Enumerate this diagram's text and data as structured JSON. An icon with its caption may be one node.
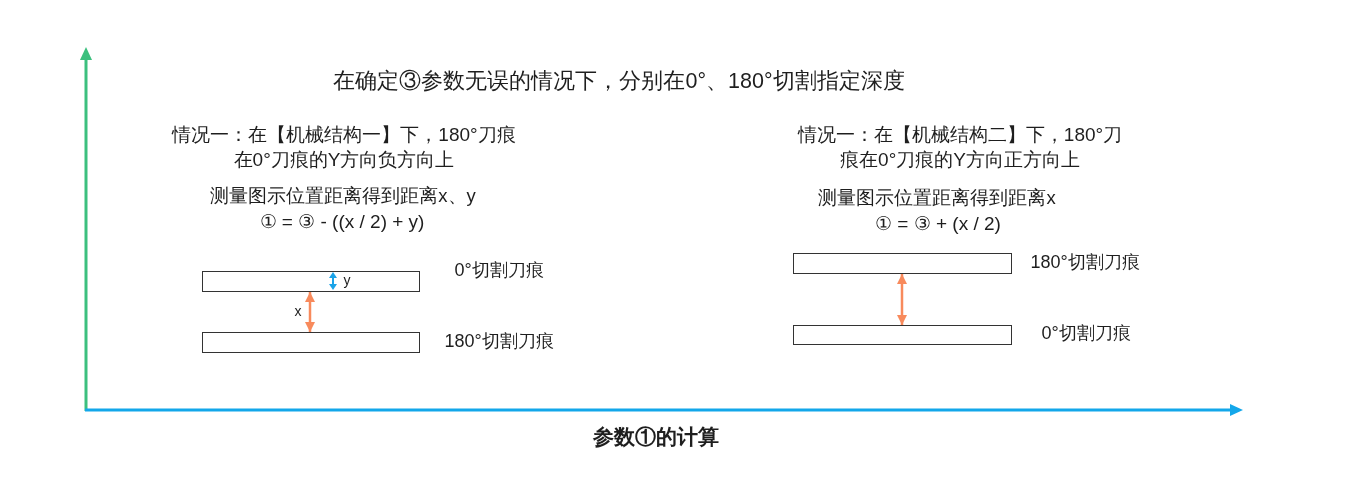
{
  "diagram": {
    "title": "在确定③参数无误的情况下，分别在0°、180°切割指定深度",
    "caption": "参数①的计算",
    "nodes": [
      {
        "text": [],
        "shape": "box",
        "beside": [
          "0°切割刀痕"
        ]
      },
      {
        "text": [],
        "shape": "box",
        "beside": [
          "180°切割刀痕"
        ]
      },
      {
        "text": [],
        "shape": "box",
        "beside": [
          "180°切割刀痕"
        ]
      },
      {
        "text": [],
        "shape": "box",
        "beside": [
          "0°切割刀痕"
        ]
      }
    ],
    "edges": [
      {
        "from": 0,
        "to": 1,
        "arrow": "both",
        "label": "x"
      },
      {
        "from": 2,
        "to": 3,
        "arrow": "both"
      }
    ],
    "labels": [
      "情况一：在【机械结构一】下，180°刀痕在0°刀痕的Y方向负方向上",
      "情况一：在【机械结构二】下，180°刀痕在0°刀痕的Y方向正方向上",
      "测量图示位置距离得到距离x、y",
      "测量图示位置距离得到距离x",
      "① = ③ - ((x / 2) + y)",
      "① = ③ + (x / 2)",
      "y"
    ]
  }
}
